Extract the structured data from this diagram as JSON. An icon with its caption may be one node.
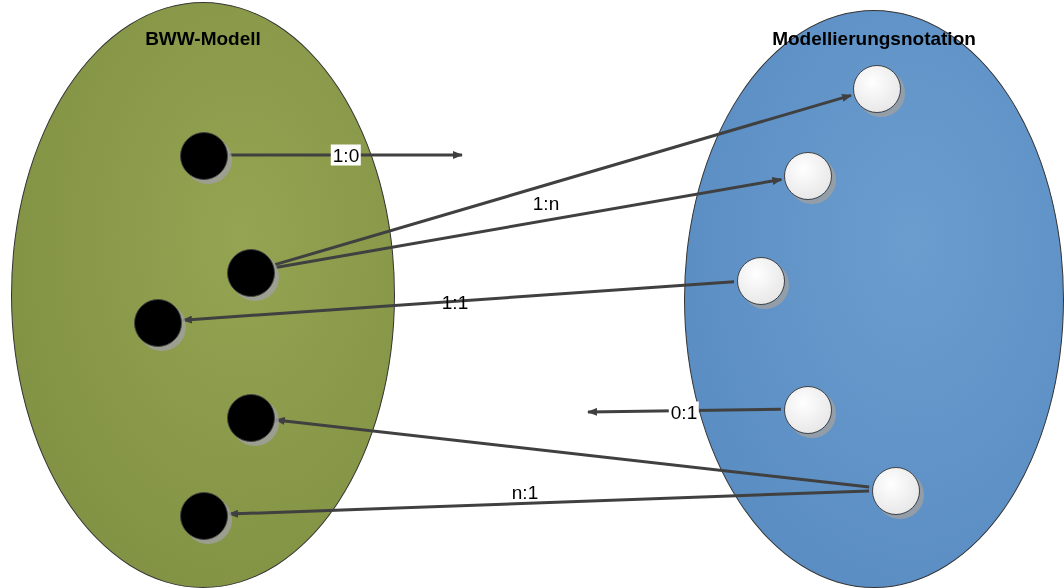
{
  "diagram": {
    "nodes": [
      {
        "text": [
          "BWW-Modell"
        ]
      },
      {
        "text": [
          "Modellierungsnotation"
        ]
      },
      {
        "text": [],
        "shape": "circle",
        "in": 0
      },
      {
        "text": [],
        "shape": "circle",
        "in": 0
      },
      {
        "text": [],
        "shape": "circle",
        "in": 0
      },
      {
        "text": [],
        "shape": "circle",
        "in": 0
      },
      {
        "text": [],
        "shape": "circle",
        "in": 0
      },
      {
        "text": [],
        "shape": "circle",
        "in": 1
      },
      {
        "text": [],
        "shape": "circle",
        "in": 1
      },
      {
        "text": [],
        "shape": "circle",
        "in": 1
      },
      {
        "text": [],
        "shape": "circle",
        "in": 1
      },
      {
        "text": [],
        "shape": "circle",
        "in": 1
      }
    ],
    "edges": [
      {
        "from": 2,
        "to": null,
        "arrow": "to",
        "label": "1:0"
      },
      {
        "from": 3,
        "to": 7,
        "arrow": "to"
      },
      {
        "from": 3,
        "to": 8,
        "arrow": "to",
        "label": "1:n"
      },
      {
        "from": 9,
        "to": 4,
        "arrow": "to",
        "label": "1:1"
      },
      {
        "from": 10,
        "to": null,
        "arrow": "to",
        "label": "0:1"
      },
      {
        "from": 11,
        "to": 5,
        "arrow": "to"
      },
      {
        "from": 11,
        "to": 6,
        "arrow": "to",
        "label": "n:1"
      }
    ]
  }
}
